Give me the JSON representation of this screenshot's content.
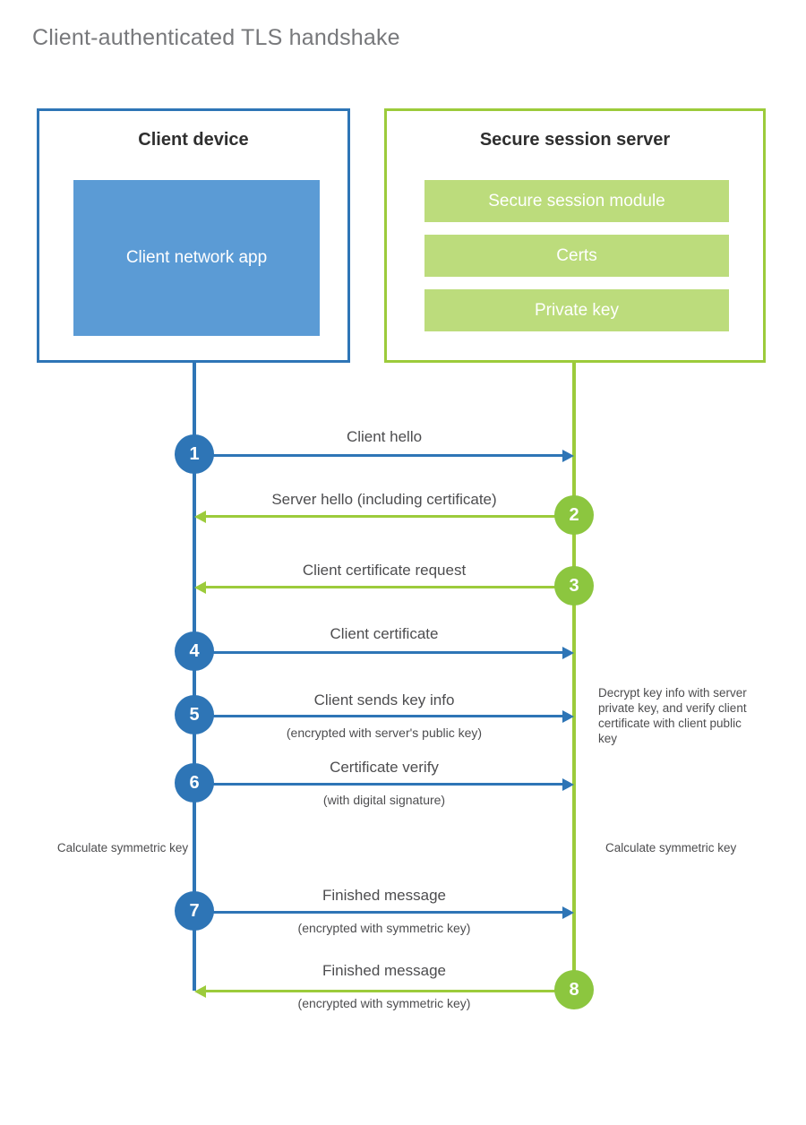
{
  "title": "Client-authenticated TLS handshake",
  "parties": {
    "client": {
      "title": "Client device",
      "app_label": "Client network app",
      "border_color": "#2e75b6",
      "app_fill": "#5b9bd5"
    },
    "server": {
      "title": "Secure session server",
      "border_color": "#9ccb3b",
      "block_fill": "#bcdc7c",
      "blocks": [
        {
          "label": "Secure session module"
        },
        {
          "label": "Certs"
        },
        {
          "label": "Private key"
        }
      ]
    }
  },
  "steps": [
    {
      "number": "1",
      "direction": "client-to-server",
      "label": "Client hello",
      "sub": "",
      "color": "#2e75b6"
    },
    {
      "number": "2",
      "direction": "server-to-client",
      "label": "Server hello (including certificate)",
      "sub": "",
      "color": "#8cc63f"
    },
    {
      "number": "3",
      "direction": "server-to-client",
      "label": "Client certificate request",
      "sub": "",
      "color": "#8cc63f"
    },
    {
      "number": "4",
      "direction": "client-to-server",
      "label": "Client certificate",
      "sub": "",
      "color": "#2e75b6"
    },
    {
      "number": "5",
      "direction": "client-to-server",
      "label": "Client sends key info",
      "sub": "(encrypted with server's public key)",
      "color": "#2e75b6"
    },
    {
      "number": "6",
      "direction": "client-to-server",
      "label": "Certificate verify",
      "sub": "(with digital signature)",
      "color": "#2e75b6"
    },
    {
      "number": "7",
      "direction": "client-to-server",
      "label": "Finished message",
      "sub": "(encrypted with symmetric key)",
      "color": "#2e75b6"
    },
    {
      "number": "8",
      "direction": "server-to-client",
      "label": "Finished message",
      "sub": "(encrypted with symmetric key)",
      "color": "#8cc63f"
    }
  ],
  "notes": {
    "server_decrypt": "Decrypt key info with server private key, and verify client certificate with client public key",
    "client_calculate": "Calculate symmetric key",
    "server_calculate": "Calculate symmetric key"
  }
}
